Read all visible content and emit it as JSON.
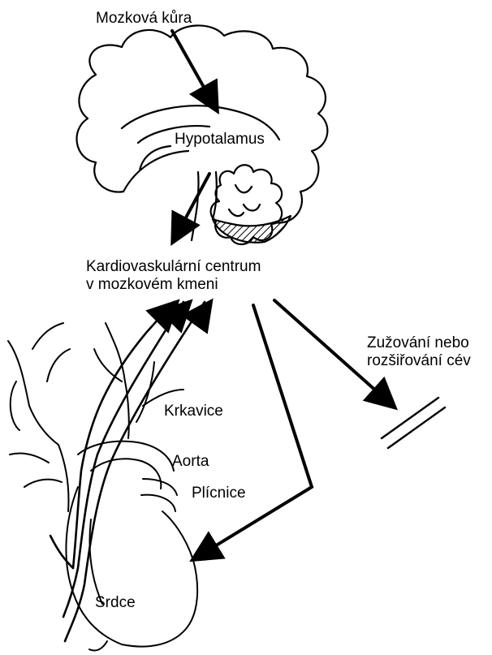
{
  "labels": {
    "cortex": "Mozková kůra",
    "hypothalamus": "Hypotalamus",
    "center_line1": "Kardiovaskulární centrum",
    "center_line2": "v mozkovém kmeni",
    "vessels_line1": "Zužování nebo",
    "vessels_line2": "rozšiřování cév",
    "carotid": "Krkavice",
    "aorta": "Aorta",
    "pulmonary": "Plícnice",
    "heart": "Srdce"
  },
  "colors": {
    "ink": "#000000",
    "background": "#ffffff"
  }
}
